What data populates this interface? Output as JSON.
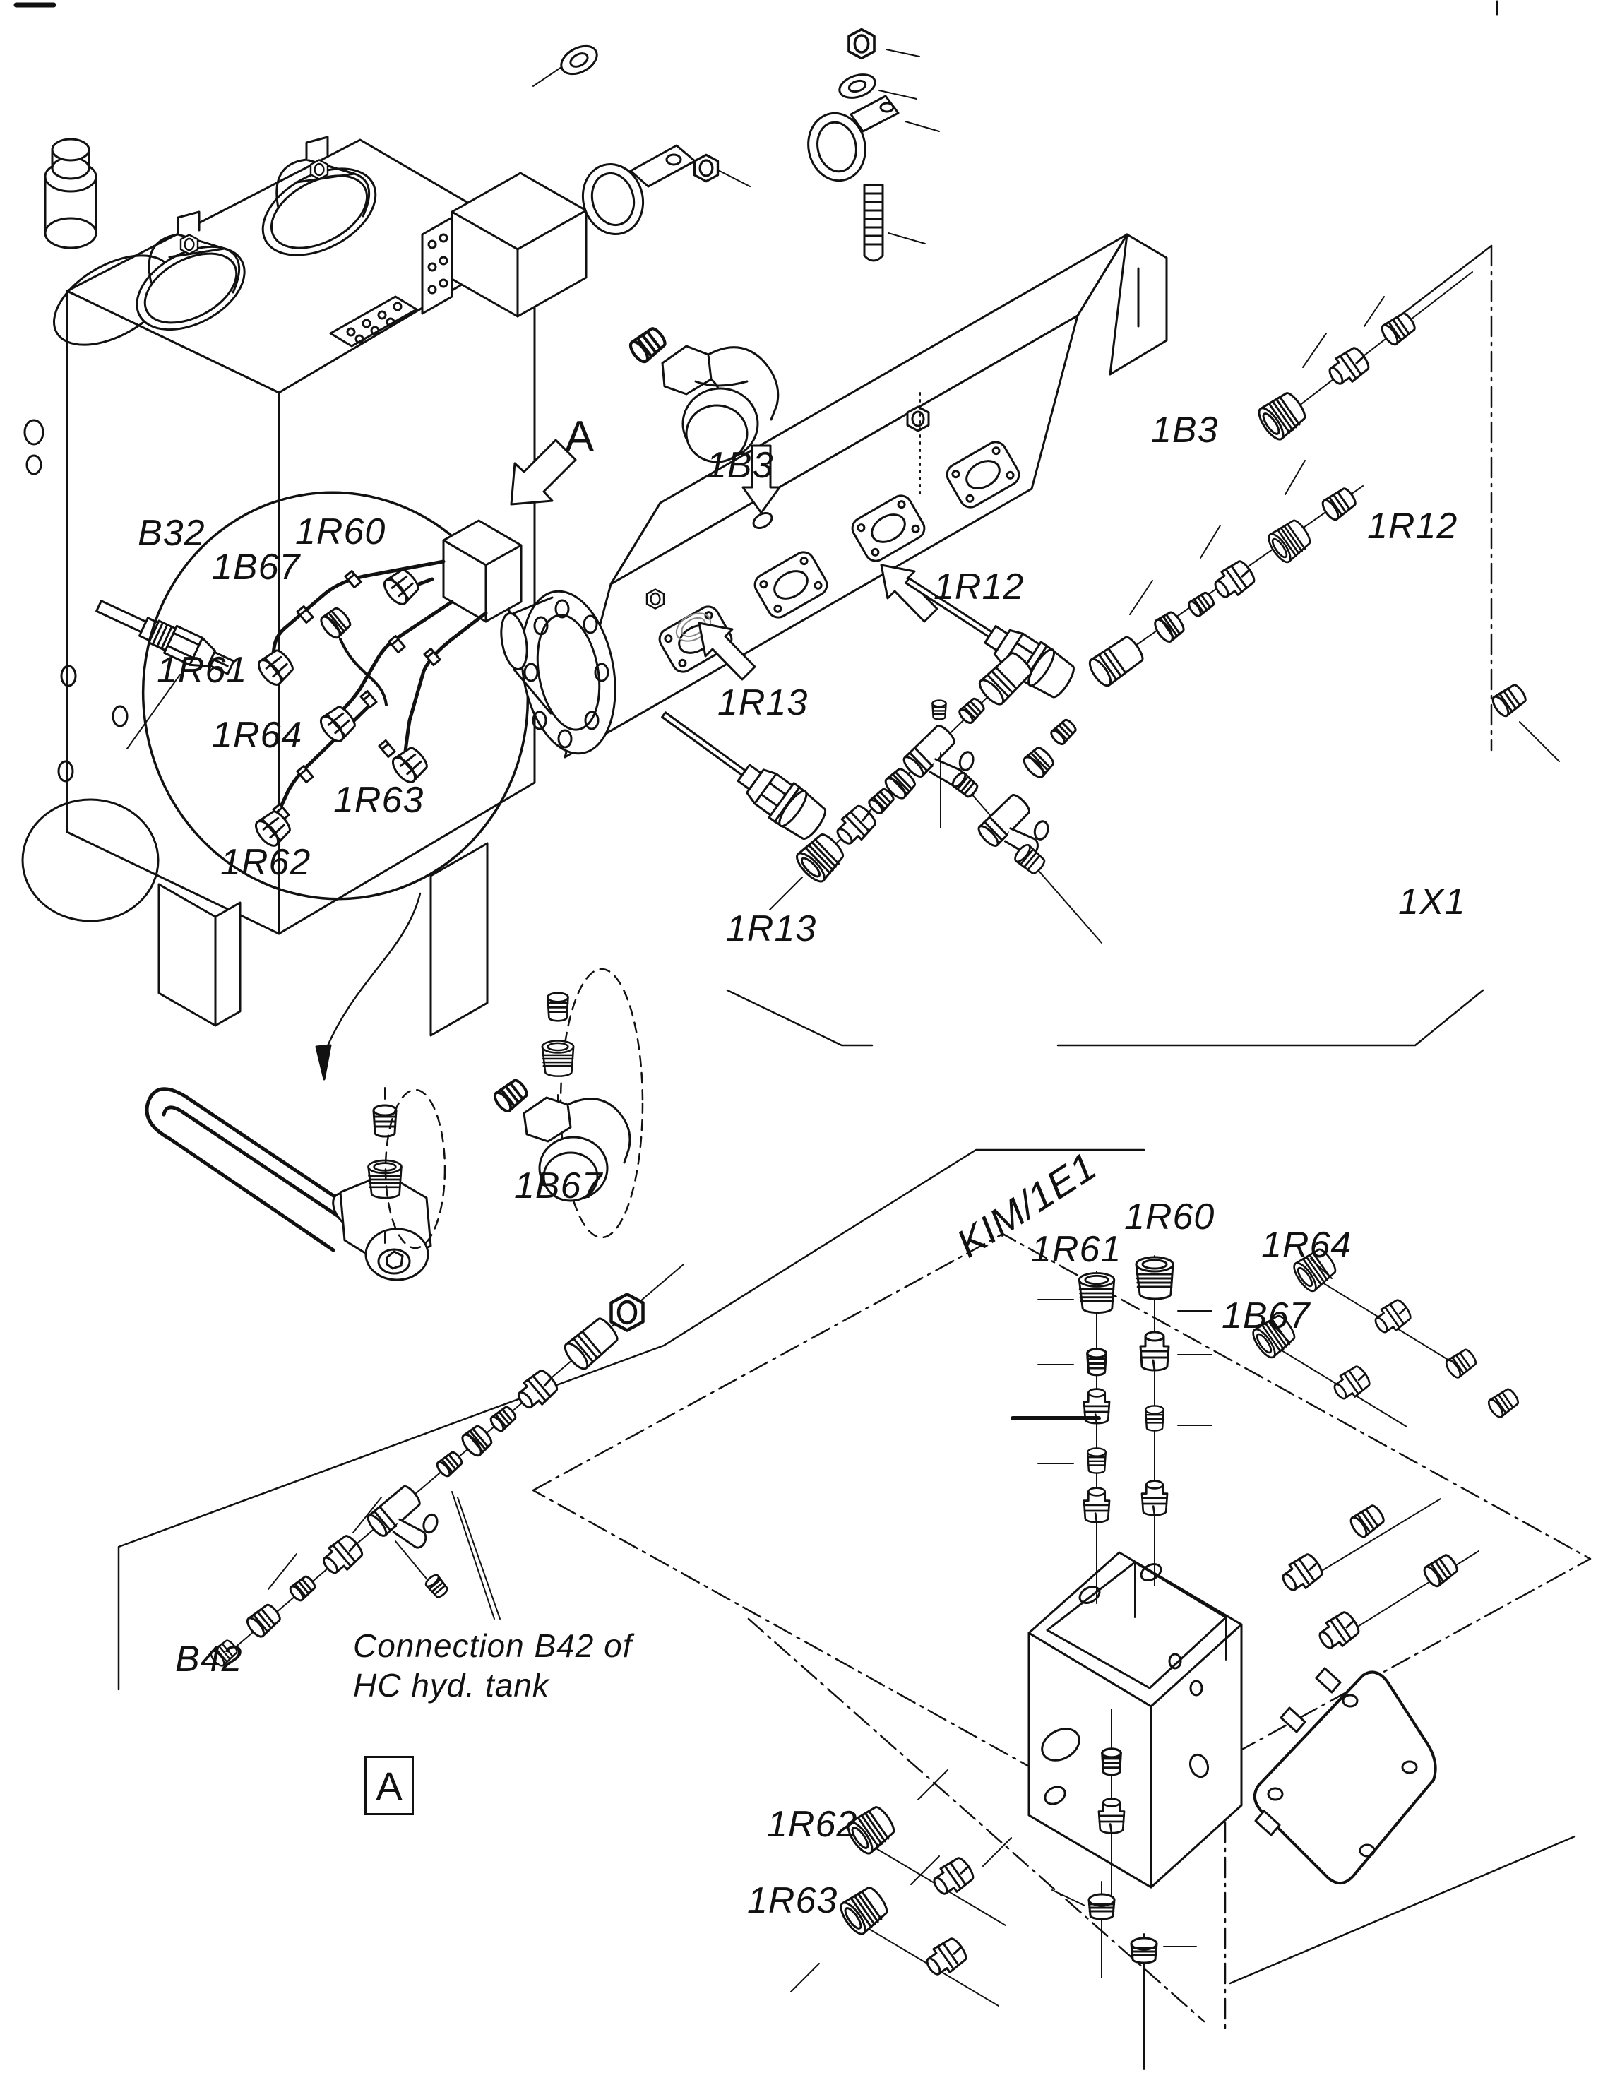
{
  "drawing": {
    "kind": "exploded parts diagram",
    "line_color": "#111111",
    "background_color": "#ffffff"
  },
  "labels": {
    "b32": "B32",
    "r60_bubble": "1R60",
    "b67_bubble": "1B67",
    "r61_bubble": "1R61",
    "r64_bubble": "1R64",
    "r63_bubble": "1R63",
    "r62_bubble": "1R62",
    "view_a_arrow": "A",
    "b3_manifold": "1B3",
    "b3_chain": "1B3",
    "r12_probe": "1R12",
    "r12_chain": "1R12",
    "r13_probe": "1R13",
    "r13_chain": "1R13",
    "x1": "1X1",
    "kim_1e1": "KIM/1E1",
    "r61_lower": "1R61",
    "r60_lower": "1R60",
    "r64_lower": "1R64",
    "b67_lower": "1B67",
    "b67_elbow": "1B67",
    "b42": "B42",
    "b42_note_line1": "Connection B42 of",
    "b42_note_line2": "HC hyd. tank",
    "view_a_box": "A",
    "r62_lower": "1R62",
    "r63_lower": "1R63"
  }
}
